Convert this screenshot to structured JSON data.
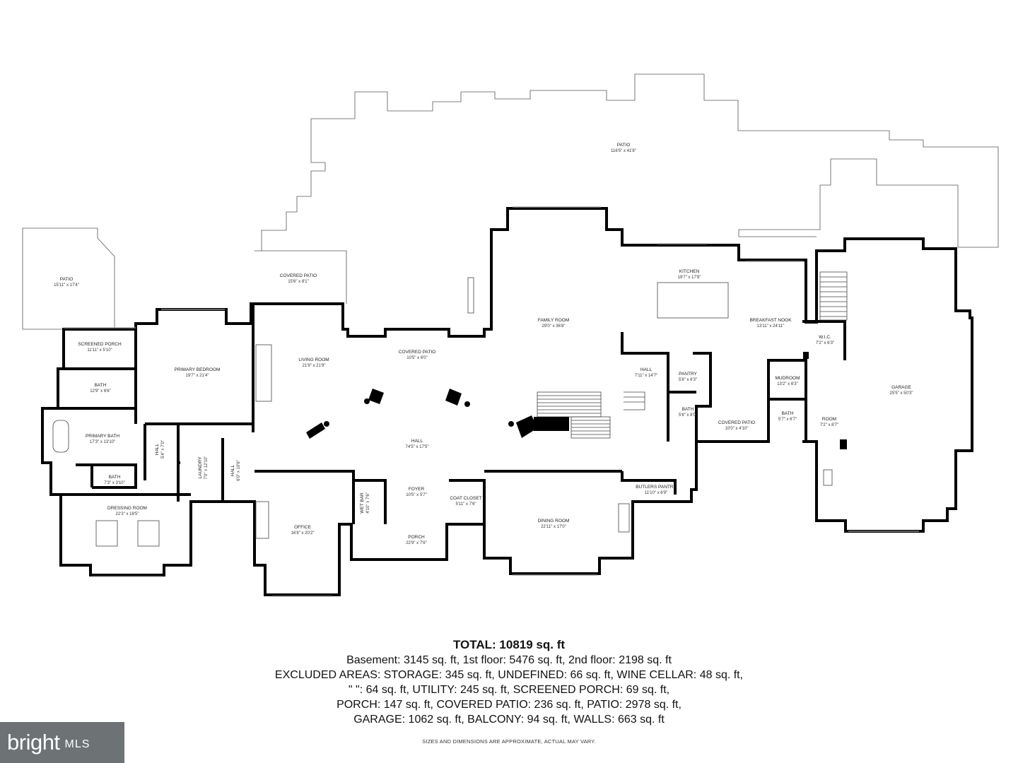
{
  "rooms": [
    {
      "id": "patio-top",
      "name": "PATIO",
      "dim": "116'5\" x 41'8\""
    },
    {
      "id": "patio-left",
      "name": "PATIO",
      "dim": "15'11\" x 17'4\""
    },
    {
      "id": "covered-patio-1",
      "name": "COVERED PATIO",
      "dim": "15'6\" x 8'1\""
    },
    {
      "id": "kitchen",
      "name": "KITCHEN",
      "dim": "19'7\" x 17'8\""
    },
    {
      "id": "family-room",
      "name": "FAMILY ROOM",
      "dim": "29'0\" x 36'8\""
    },
    {
      "id": "breakfast-nook",
      "name": "BREAKFAST NOOK",
      "dim": "13'11\" x 24'11\""
    },
    {
      "id": "screened-porch",
      "name": "SCREENED PORCH",
      "dim": "11'11\" x 5'10\""
    },
    {
      "id": "primary-bedroom",
      "name": "PRIMARY BEDROOM",
      "dim": "19'7\" x 21'4\""
    },
    {
      "id": "living-room",
      "name": "LIVING ROOM",
      "dim": "21'9\" x 21'9\""
    },
    {
      "id": "covered-patio-2",
      "name": "COVERED PATIO",
      "dim": "10'5\" x 6'0\""
    },
    {
      "id": "wic",
      "name": "W.I.C.",
      "dim": "7'2\" x 6'3\""
    },
    {
      "id": "bath-1",
      "name": "BATH",
      "dim": "12'9\" x 6'6\""
    },
    {
      "id": "hall-1",
      "name": "HALL",
      "dim": "7'11\" x 14'7\""
    },
    {
      "id": "pantry",
      "name": "PANTRY",
      "dim": "5'8\" x 6'3\""
    },
    {
      "id": "mudroom",
      "name": "MUDROOM",
      "dim": "13'2\" x 6'3\""
    },
    {
      "id": "garage",
      "name": "GARAGE",
      "dim": "25'5\" x 50'3\""
    },
    {
      "id": "bath-2",
      "name": "BATH",
      "dim": "5'8\" x 8'0\""
    },
    {
      "id": "bath-3",
      "name": "BATH",
      "dim": "5'7\" x 6'7\""
    },
    {
      "id": "covered-patio-3",
      "name": "COVERED PATIO",
      "dim": "10'0\" x 4'10\""
    },
    {
      "id": "room",
      "name": "ROOM",
      "dim": "7'2\" x 8'7\""
    },
    {
      "id": "primary-bath",
      "name": "PRIMARY BATH",
      "dim": "17'3\" x 13'10\""
    },
    {
      "id": "hall-2",
      "name": "HALL",
      "dim": "5'4\" x 7'0\""
    },
    {
      "id": "hall-main",
      "name": "HALL",
      "dim": "74'5\" x 17'5\""
    },
    {
      "id": "laundry",
      "name": "LAUNDRY",
      "dim": "7'0\" x 12'10\""
    },
    {
      "id": "hall-3",
      "name": "HALL",
      "dim": "6'0\" x 10'6\""
    },
    {
      "id": "bath-4",
      "name": "BATH",
      "dim": "7'3\" x 3'10\""
    },
    {
      "id": "butlers-pantry",
      "name": "BUTLERS PANTRY",
      "dim": "11'10\" x 6'9\""
    },
    {
      "id": "foyer",
      "name": "FOYER",
      "dim": "10'5\" x 5'7\""
    },
    {
      "id": "coat-closet",
      "name": "COAT CLOSET",
      "dim": "5'11\" x 7'6\""
    },
    {
      "id": "wet-bar",
      "name": "WET BAR",
      "dim": "4'10\" x 7'6\""
    },
    {
      "id": "dressing-room",
      "name": "DRESSING ROOM",
      "dim": "22'3\" x 18'5\""
    },
    {
      "id": "dining-room",
      "name": "DINING ROOM",
      "dim": "22'11\" x 17'0\""
    },
    {
      "id": "office",
      "name": "OFFICE",
      "dim": "16'8\" x 20'2\""
    },
    {
      "id": "porch",
      "name": "PORCH",
      "dim": "22'9\" x 7'6\""
    }
  ],
  "summary": {
    "total": "TOTAL: 10819 sq. ft",
    "lines": [
      "Basement: 3145 sq. ft, 1st floor: 5476 sq. ft, 2nd floor: 2198 sq. ft",
      "EXCLUDED AREAS: STORAGE: 345 sq. ft, UNDEFINED: 66 sq. ft, WINE CELLAR: 48 sq. ft,",
      "\" \": 64 sq. ft, UTILITY: 245 sq. ft, SCREENED PORCH: 69 sq. ft,",
      "PORCH: 147 sq. ft, COVERED PATIO: 236 sq. ft, PATIO: 2978 sq. ft,",
      "GARAGE: 1062 sq. ft, BALCONY: 94 sq. ft, WALLS: 663 sq. ft"
    ],
    "disclaimer": "SIZES AND DIMENSIONS ARE APPROXIMATE, ACTUAL MAY VARY."
  },
  "logo": {
    "brand": "bright",
    "suffix": "MLS"
  },
  "colors": {
    "wall": "#000000",
    "outline": "#555555",
    "logo_bg": "#6d7275"
  }
}
